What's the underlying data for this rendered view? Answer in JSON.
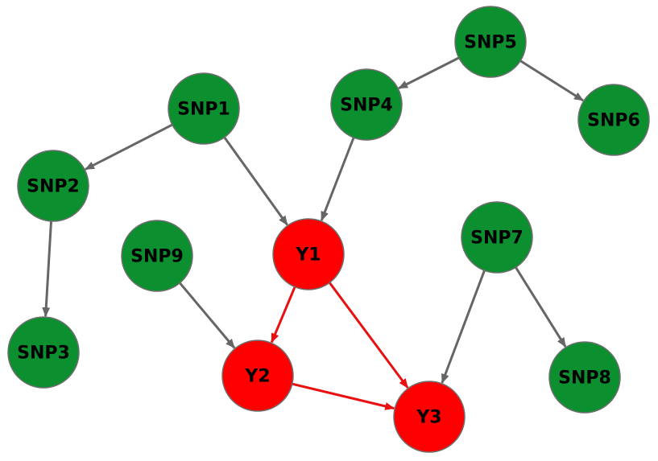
{
  "graph": {
    "colors": {
      "snp_node": "#0b8f2f",
      "trait_node": "#ff0000",
      "node_outline": "#6e6e6e",
      "snp_edge": "#666666",
      "trait_edge": "#e81010"
    },
    "nodes": [
      {
        "id": "SNP1",
        "label": "SNP1",
        "kind": "snp"
      },
      {
        "id": "SNP2",
        "label": "SNP2",
        "kind": "snp"
      },
      {
        "id": "SNP3",
        "label": "SNP3",
        "kind": "snp"
      },
      {
        "id": "SNP4",
        "label": "SNP4",
        "kind": "snp"
      },
      {
        "id": "SNP5",
        "label": "SNP5",
        "kind": "snp"
      },
      {
        "id": "SNP6",
        "label": "SNP6",
        "kind": "snp"
      },
      {
        "id": "SNP7",
        "label": "SNP7",
        "kind": "snp"
      },
      {
        "id": "SNP8",
        "label": "SNP8",
        "kind": "snp"
      },
      {
        "id": "SNP9",
        "label": "SNP9",
        "kind": "snp"
      },
      {
        "id": "Y1",
        "label": "Y1",
        "kind": "trait"
      },
      {
        "id": "Y2",
        "label": "Y2",
        "kind": "trait"
      },
      {
        "id": "Y3",
        "label": "Y3",
        "kind": "trait"
      }
    ],
    "edges": [
      {
        "from": "SNP1",
        "to": "SNP2",
        "kind": "snp"
      },
      {
        "from": "SNP2",
        "to": "SNP3",
        "kind": "snp"
      },
      {
        "from": "SNP1",
        "to": "Y1",
        "kind": "snp"
      },
      {
        "from": "SNP4",
        "to": "Y1",
        "kind": "snp"
      },
      {
        "from": "SNP5",
        "to": "SNP4",
        "kind": "snp"
      },
      {
        "from": "SNP5",
        "to": "SNP6",
        "kind": "snp"
      },
      {
        "from": "SNP9",
        "to": "Y2",
        "kind": "snp"
      },
      {
        "from": "SNP7",
        "to": "Y3",
        "kind": "snp"
      },
      {
        "from": "SNP7",
        "to": "SNP8",
        "kind": "snp"
      },
      {
        "from": "Y1",
        "to": "Y2",
        "kind": "trait"
      },
      {
        "from": "Y1",
        "to": "Y3",
        "kind": "trait"
      },
      {
        "from": "Y2",
        "to": "Y3",
        "kind": "trait"
      }
    ]
  }
}
